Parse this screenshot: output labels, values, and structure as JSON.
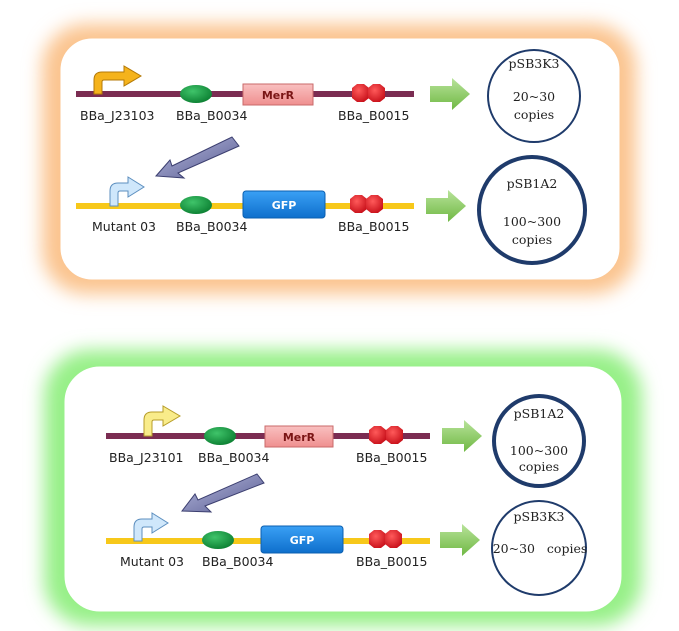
{
  "colors": {
    "panel1_glow": "#fbc48f",
    "panel2_glow": "#97f088",
    "backbone_dark": "#7b2c52",
    "backbone_yellow": "#f7c81a",
    "merR_fill": "#f4a3a3",
    "gfp_fill": "#1a84e6",
    "rbs_green": "#109a3e",
    "terminator_red": "#e8202a",
    "promoter_orange": "#f5b31c",
    "promoter_yellow": "#f9ec8a",
    "promoter_light_blue": "#cfe7fb",
    "arrow_green": "#86c95a",
    "arrow_purple": "#6b6ea8",
    "circle_border": "#1f3b6b"
  },
  "panels": [
    {
      "rows": [
        {
          "backbone": "dark",
          "promoter": {
            "label": "BBa_J23103",
            "icon": "promoter-arrow-orange"
          },
          "rbs_label": "BBa_B0034",
          "gene": {
            "name": "MerR",
            "style": "merR"
          },
          "terminator_label": "BBa_B0015",
          "plasmid": {
            "name": "pSB3K3",
            "copies": "20~30",
            "copies_unit": "copies"
          }
        },
        {
          "backbone": "yellow",
          "promoter": {
            "label": "Mutant 03",
            "icon": "promoter-arrow-light-blue"
          },
          "rbs_label": "BBa_B0034",
          "gene": {
            "name": "GFP",
            "style": "gfp"
          },
          "terminator_label": "BBa_B0015",
          "plasmid": {
            "name": "pSB1A2",
            "copies": "100~300",
            "copies_unit": "copies"
          }
        }
      ]
    },
    {
      "rows": [
        {
          "backbone": "dark",
          "promoter": {
            "label": "BBa_J23101",
            "icon": "promoter-arrow-yellow"
          },
          "rbs_label": "BBa_B0034",
          "gene": {
            "name": "MerR",
            "style": "merR"
          },
          "terminator_label": "BBa_B0015",
          "plasmid": {
            "name": "pSB1A2",
            "copies": "100~300",
            "copies_unit": "copies"
          }
        },
        {
          "backbone": "yellow",
          "promoter": {
            "label": "Mutant 03",
            "icon": "promoter-arrow-light-blue"
          },
          "rbs_label": "BBa_B0034",
          "gene": {
            "name": "GFP",
            "style": "gfp"
          },
          "terminator_label": "BBa_B0015",
          "plasmid": {
            "name": "pSB3K3",
            "copies_line": "20~30   copies"
          }
        }
      ]
    }
  ]
}
